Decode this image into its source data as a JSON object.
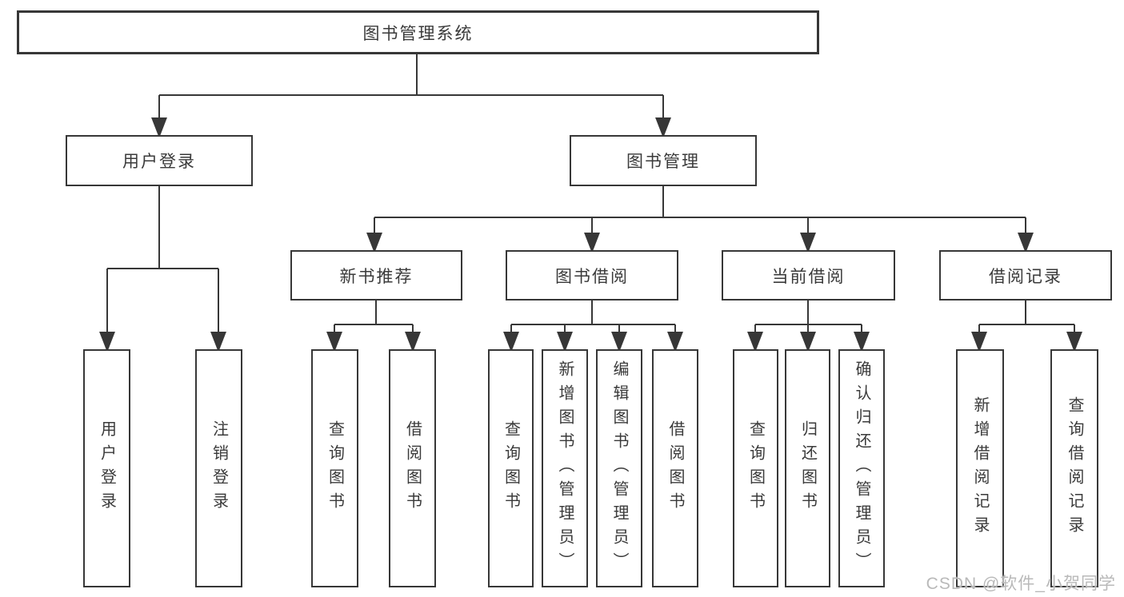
{
  "colors": {
    "line": "#373737",
    "box_border": "#373737",
    "text": "#3a3a3a",
    "watermark": "#b9b9b9",
    "background": "#ffffff"
  },
  "watermark": {
    "text": "CSDN @软件_小贺同学"
  },
  "tree": {
    "root": {
      "label": "图书管理系统",
      "children": [
        {
          "label": "用户登录",
          "children": [
            {
              "label": "用户登录"
            },
            {
              "label": "注销登录"
            }
          ]
        },
        {
          "label": "图书管理",
          "children": [
            {
              "label": "新书推荐",
              "children": [
                {
                  "label": "查询图书"
                },
                {
                  "label": "借阅图书"
                }
              ]
            },
            {
              "label": "图书借阅",
              "children": [
                {
                  "label": "查询图书"
                },
                {
                  "label": "新增图书（管理员）"
                },
                {
                  "label": "编辑图书（管理员）"
                },
                {
                  "label": "借阅图书"
                }
              ]
            },
            {
              "label": "当前借阅",
              "children": [
                {
                  "label": "查询图书"
                },
                {
                  "label": "归还图书"
                },
                {
                  "label": "确认归还（管理员）"
                }
              ]
            },
            {
              "label": "借阅记录",
              "children": [
                {
                  "label": "新增借阅记录"
                },
                {
                  "label": "查询借阅记录"
                }
              ]
            }
          ]
        }
      ]
    }
  }
}
